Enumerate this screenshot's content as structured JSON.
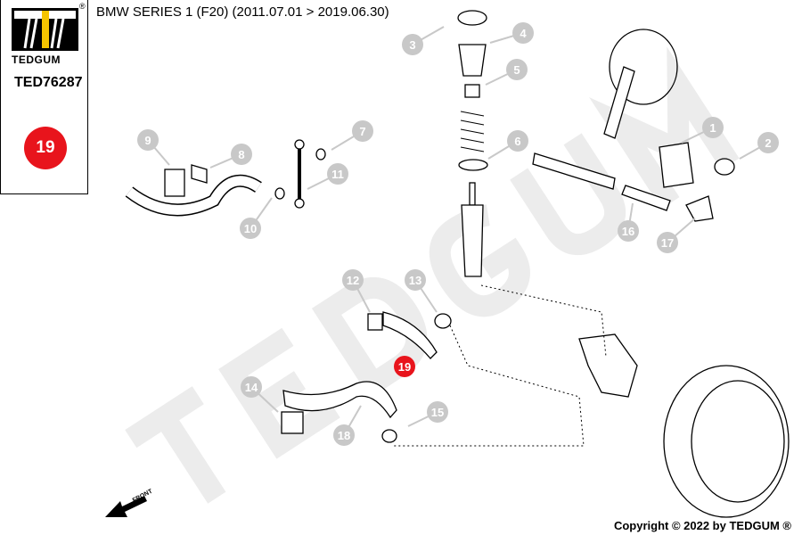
{
  "brand": {
    "name": "TEDGUM",
    "registered": "®",
    "part_code": "TED76287",
    "highlight_number": "19"
  },
  "title": "BMW SERIES 1 (F20)  (2011.07.01 > 2019.06.30)",
  "copyright": "Copyright © 2022 by TEDGUM ®",
  "front_label": "FRONT",
  "watermark": "TEDGUM",
  "callouts": [
    "1",
    "2",
    "3",
    "4",
    "5",
    "6",
    "7",
    "8",
    "9",
    "10",
    "11",
    "12",
    "13",
    "14",
    "15",
    "16",
    "17",
    "18"
  ],
  "colors": {
    "callout": "#c8c8c8",
    "highlight": "#e8141c",
    "logo_yellow": "#f5c400"
  }
}
